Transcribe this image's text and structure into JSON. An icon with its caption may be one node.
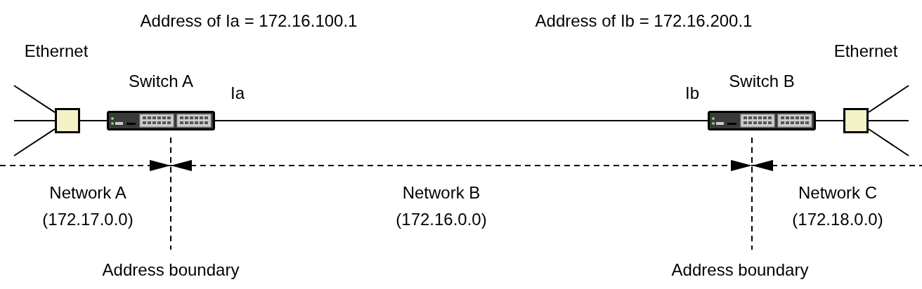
{
  "diagram": {
    "nodes": [
      {
        "text": [],
        "shape": "box"
      },
      {
        "text": [
          "Switch A"
        ]
      },
      {
        "text": [
          "Switch B"
        ]
      },
      {
        "text": [],
        "shape": "box"
      }
    ],
    "edges": [
      {
        "from": null,
        "to": 0,
        "arrow": "none"
      },
      {
        "from": null,
        "to": 0,
        "arrow": "none"
      },
      {
        "from": null,
        "to": 0,
        "arrow": "none"
      },
      {
        "from": 0,
        "to": 1,
        "arrow": "none"
      },
      {
        "from": 1,
        "to": 2,
        "arrow": "none"
      },
      {
        "from": 2,
        "to": 3,
        "arrow": "none"
      },
      {
        "from": 3,
        "to": null,
        "arrow": "none"
      },
      {
        "from": 3,
        "to": null,
        "arrow": "none"
      },
      {
        "from": 3,
        "to": null,
        "arrow": "none"
      }
    ],
    "labels": [
      "Address of Ia = 172.16.100.1",
      "Address of Ib = 172.16.200.1",
      "Ethernet",
      "Ethernet",
      "Ia",
      "Ib",
      "Network A",
      "Network B",
      "Network C",
      "(172.17.0.0)",
      "(172.16.0.0)",
      "(172.18.0.0)",
      "Address boundary",
      "Address boundary"
    ]
  }
}
